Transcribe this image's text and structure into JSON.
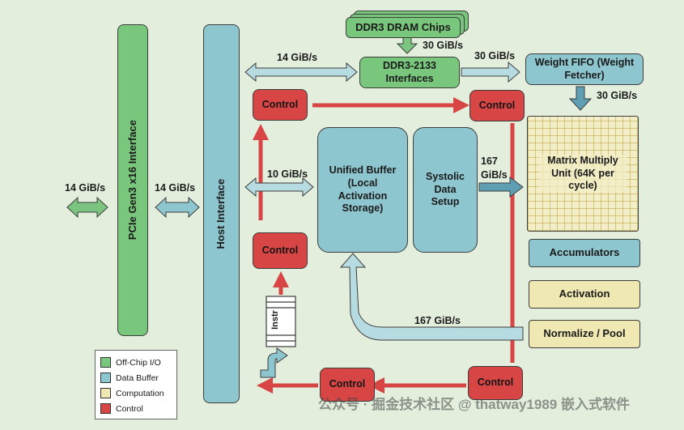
{
  "blocks": {
    "pcie": "PCIe Gen3 x16 Interface",
    "host": "Host Interface",
    "ddr3_chips": "DDR3 DRAM Chips",
    "ddr3_if": "DDR3-2133 Interfaces",
    "weight_fifo": "Weight FIFO (Weight Fetcher)",
    "ub": "Unified Buffer (Local Activation Storage)",
    "systolic": "Systolic Data Setup",
    "mmu": "Matrix Multiply Unit (64K per cycle)",
    "accumulators": "Accumulators",
    "activation": "Activation",
    "normalize": "Normalize / Pool",
    "instr": "Instr",
    "control": "Control"
  },
  "labels": {
    "ext_bw": "14 GiB/s",
    "host_bw": "14 GiB/s",
    "ddr_host_bw": "14 GiB/s",
    "chips_bw": "30 GiB/s",
    "ddr_fifo_bw": "30 GiB/s",
    "fifo_mmu_bw": "30 GiB/s",
    "ub_bw": "10 GiB/s",
    "sys_bw": "167 GiB/s",
    "ret_bw": "167 GiB/s"
  },
  "legend": [
    {
      "label": "Off-Chip I/O",
      "color": "#79c77d"
    },
    {
      "label": "Data Buffer",
      "color": "#8ec6cf"
    },
    {
      "label": "Computation",
      "color": "#efe8b2"
    },
    {
      "label": "Control",
      "color": "#d84545"
    }
  ],
  "watermark": "公众号 · 掘金技术社区 @ thatway1989 嵌入式软件"
}
